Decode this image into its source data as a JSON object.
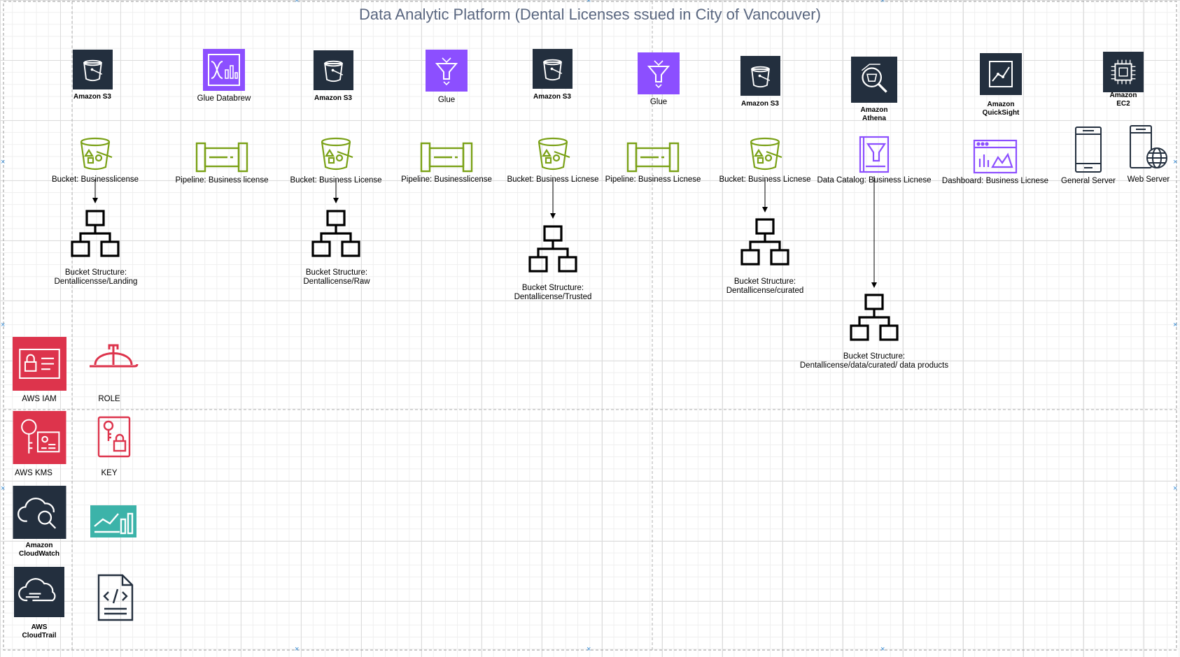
{
  "title": "Data Analytic Platform (Dental Licenses ssued in City of Vancouver)",
  "colors": {
    "s3_dark": "#232f3e",
    "glue_purple": "#8c4fff",
    "bucket_green": "#7aa116",
    "athena_purple": "#8c4fff",
    "security_red": "#dd344c",
    "cloudwatch_teal": "#3cb3a9",
    "connector": "#000000"
  },
  "services": {
    "s3_1": "Amazon S3",
    "databrew": "Glue Databrew",
    "s3_2": "Amazon S3",
    "glue_1": "Glue",
    "s3_3": "Amazon S3",
    "glue_2": "Glue",
    "s3_4": "Amazon S3",
    "athena": "Amazon\nAthena",
    "quicksight": "Amazon\nQuickSight",
    "ec2": "Amazon\nEC2"
  },
  "resources": {
    "bucket_1": "Bucket: Businesslicense",
    "pipeline_1": "Pipeline: Business license",
    "bucket_2": "Bucket: Business License",
    "pipeline_2": "Pipeline: Businesslicense",
    "bucket_3": "Bucket: Business Licnese",
    "pipeline_3": "Pipeline: Business Licnese",
    "bucket_4": "Bucket: Business Licnese",
    "data_catalog": "Data Catalog: Business Licnese",
    "dashboard": "Dashboard: Business Licnese",
    "general_server": "General Server",
    "web_server": "Web Server"
  },
  "structures": {
    "landing": "Bucket Structure:\nDentallicensse/Landing",
    "raw": "Bucket Structure:\nDentallicense/Raw",
    "trusted": "Bucket Structure:\nDentallicense/Trusted",
    "curated": "Bucket Structure:\nDentallicense/curated",
    "data_products": "Bucket Structure:\nDentallicense/data/curated/ data products"
  },
  "security": {
    "iam": "AWS IAM",
    "role": "ROLE",
    "kms": "AWS KMS",
    "key": "KEY",
    "cloudwatch": "Amazon\nCloudWatch",
    "cloudtrail": "AWS\nCloudTrail"
  }
}
